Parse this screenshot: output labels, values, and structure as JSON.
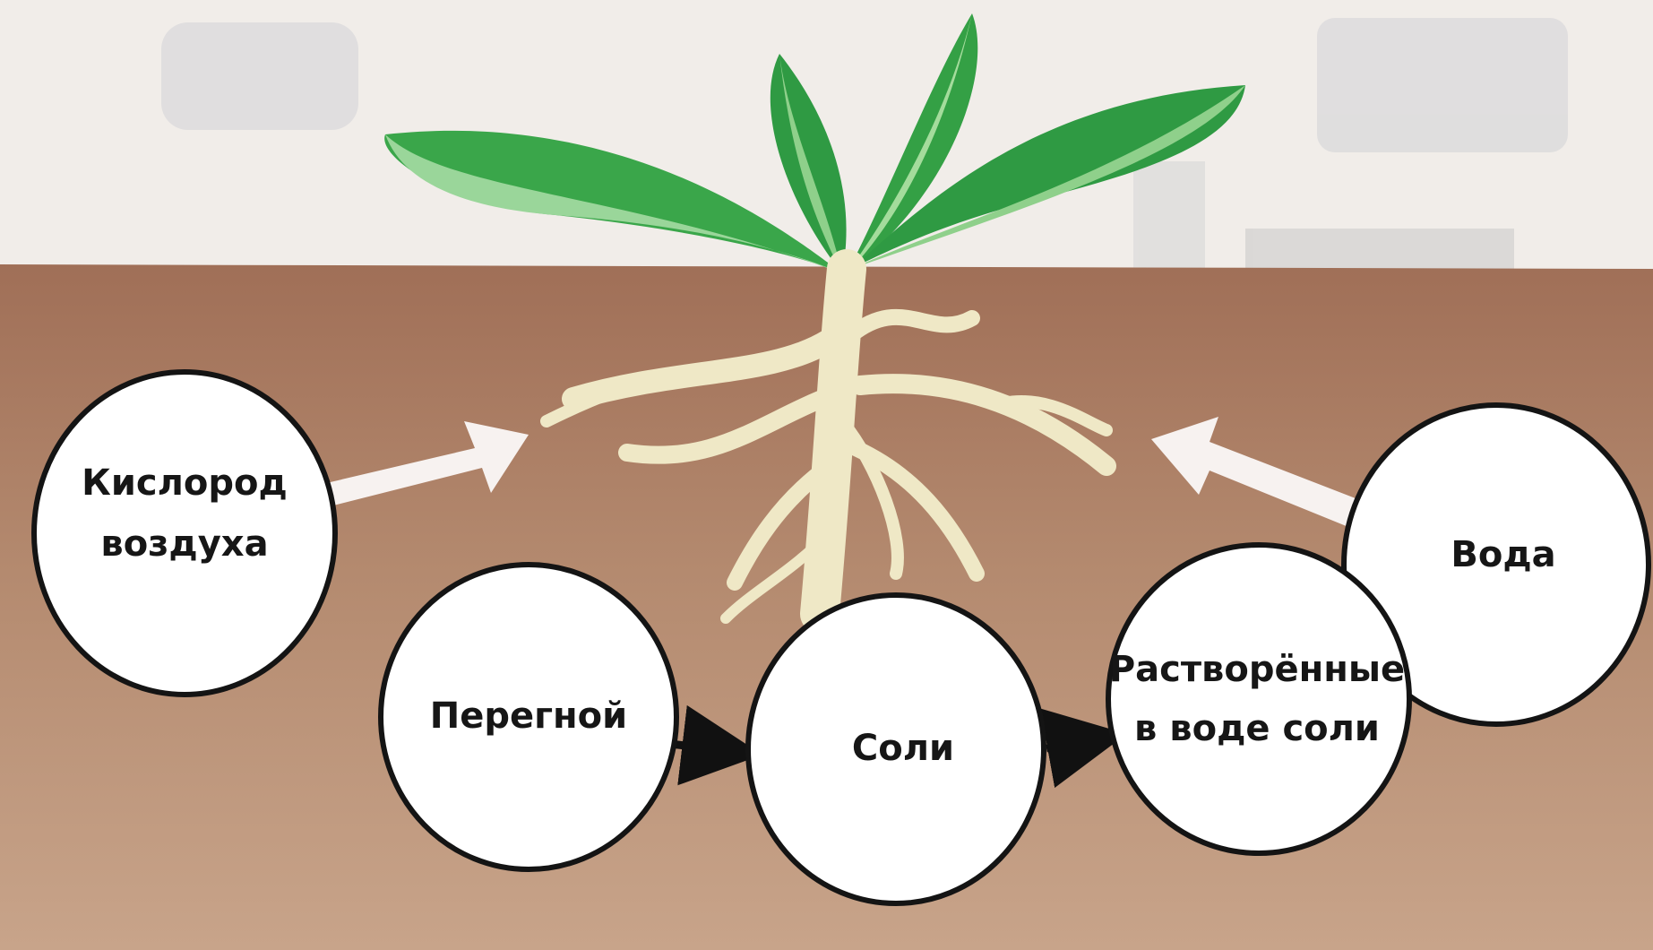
{
  "diagram": {
    "nodes": {
      "oxygen": {
        "lines": [
          "Кислород",
          "воздуха"
        ]
      },
      "humus": {
        "lines": [
          "Перегной"
        ]
      },
      "salts": {
        "lines": [
          "Соли"
        ]
      },
      "dissolved": {
        "lines": [
          "Растворённые",
          "в воде соли"
        ]
      },
      "water": {
        "lines": [
          "Вода"
        ]
      }
    },
    "edges": [
      {
        "from": "humus",
        "to": "salts",
        "style": "black-arrow"
      },
      {
        "from": "salts",
        "to": "dissolved",
        "style": "black-arrow"
      },
      {
        "from": "oxygen",
        "to": "roots",
        "style": "white-arrow"
      },
      {
        "from": "water",
        "to": "roots",
        "style": "white-arrow"
      }
    ],
    "colors": {
      "soil": "#a97c62",
      "sky": "#f3efec",
      "leaf_dark": "#2f9a43",
      "leaf_light": "#8fd08b",
      "root": "#f1ebc8",
      "node_fill": "#ffffff",
      "node_stroke": "#141414"
    }
  }
}
